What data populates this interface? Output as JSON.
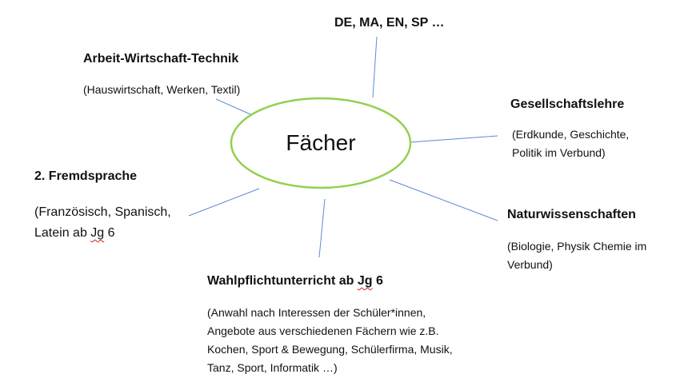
{
  "center": {
    "label": "Fächer"
  },
  "colors": {
    "ellipse_stroke": "#92d050",
    "connector": "#5b8bd4",
    "spellcheck": "#d62020"
  },
  "nodes": {
    "core": {
      "title": "DE, MA, EN, SP …"
    },
    "awt": {
      "title": "Arbeit-Wirtschaft-Technik",
      "desc": [
        "(Hauswirtschaft, Werken, Textil)"
      ]
    },
    "gesellschaft": {
      "title": "Gesellschaftslehre",
      "desc": [
        "(Erdkunde, Geschichte,",
        "Politik im Verbund)"
      ]
    },
    "fremdsprache": {
      "title": "2. Fremdsprache",
      "desc_line1": "(Französisch, Spanisch,",
      "desc_line2_pre": "Latein ab ",
      "desc_line2_flag": "Jg",
      "desc_line2_post": " 6"
    },
    "natur": {
      "title": "Naturwissenschaften",
      "desc": [
        "(Biologie, Physik Chemie im",
        "Verbund)"
      ]
    },
    "wpu": {
      "title_pre": "Wahlpflichtunterricht ab ",
      "title_flag": "Jg",
      "title_post": " 6",
      "desc": [
        "(Anwahl nach Interessen der Schüler*innen,",
        "Angebote aus verschiedenen Fächern wie z.B.",
        "Kochen, Sport &  Bewegung, Schülerfirma, Musik,",
        "Tanz, Sport, Informatik …)"
      ]
    }
  }
}
